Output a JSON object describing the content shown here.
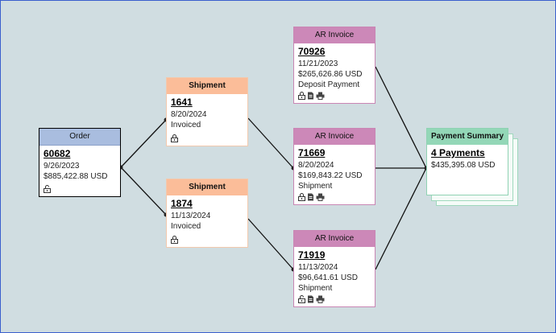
{
  "order": {
    "header": "Order",
    "number": "60682",
    "date": "9/26/2023",
    "amount": "$885,422.88 USD",
    "icons": [
      "unlock-icon"
    ]
  },
  "shipments": [
    {
      "header": "Shipment",
      "number": "1641",
      "date": "8/20/2024",
      "status": "Invoiced",
      "icons": [
        "lock-icon"
      ]
    },
    {
      "header": "Shipment",
      "number": "1874",
      "date": "11/13/2024",
      "status": "Invoiced",
      "icons": [
        "lock-icon"
      ]
    }
  ],
  "ar_invoices": [
    {
      "header": "AR Invoice",
      "number": "70926",
      "date": "11/21/2023",
      "amount": "$265,626.86 USD",
      "type": "Deposit Payment",
      "icons": [
        "lock-icon",
        "document-icon",
        "printer-icon"
      ]
    },
    {
      "header": "AR Invoice",
      "number": "71669",
      "date": "8/20/2024",
      "amount": "$169,843.22 USD",
      "type": "Shipment",
      "icons": [
        "lock-icon",
        "document-icon",
        "printer-icon"
      ]
    },
    {
      "header": "AR Invoice",
      "number": "71919",
      "date": "11/13/2024",
      "amount": "$96,641.61 USD",
      "type": "Shipment",
      "icons": [
        "unlock-icon",
        "document-icon",
        "printer-icon"
      ]
    }
  ],
  "payment_summary": {
    "header": "Payment Summary",
    "title": "4 Payments",
    "amount": "$435,395.08 USD"
  },
  "colors": {
    "background": "#d0dde1",
    "order_header": "#a9bddf",
    "shipment_header": "#fbbd99",
    "ar_invoice_header": "#cc88b8",
    "payment_header": "#93d7b7"
  }
}
